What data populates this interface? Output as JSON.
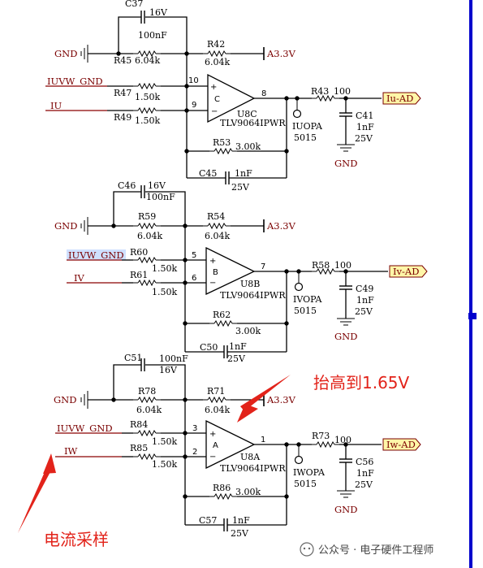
{
  "colors": {
    "net": "#7a0000",
    "annotation": "#e2231a",
    "border": "#0000cc",
    "selection": "#cfe0ff"
  },
  "nets": {
    "gnd": "GND",
    "a33": "A3.3V",
    "iuvw_gnd": "IUVW_GND",
    "iu": "IU",
    "iv": "IV",
    "iw": "IW",
    "iu_ad": "Iu-AD",
    "iv_ad": "Iv-AD",
    "iw_ad": "Iw-AD"
  },
  "stage_u": {
    "c_top_ref": "C37",
    "c_top_v": "16V",
    "c_top_val": "100nF",
    "r_gnd_ref": "R45",
    "r_gnd_val": "6.04k",
    "r_vcc_ref": "R42",
    "r_vcc_val": "6.04k",
    "r_neg_ref": "R47",
    "r_neg_val": "1.50k",
    "r_pos_ref": "R49",
    "r_pos_val": "1.50k",
    "pin_a": "10",
    "pin_b": "9",
    "pin_out": "8",
    "unit": "C",
    "ic_ref": "U8C",
    "ic_part": "TLV9064IPWR",
    "r_fb_ref": "R53",
    "r_fb_val": "3.00k",
    "c_fb_ref": "C45",
    "c_fb_val": "1nF",
    "c_fb_v": "25V",
    "tp_ref": "IUOPA",
    "tp_val": "5015",
    "r_out_ref": "R43",
    "r_out_val": "100",
    "c_out_ref": "C41",
    "c_out_val": "1nF",
    "c_out_v": "25V"
  },
  "stage_v": {
    "c_top_ref": "C46",
    "c_top_v": "16V",
    "c_top_val": "100nF",
    "r_gnd_ref": "R59",
    "r_gnd_val": "6.04k",
    "r_vcc_ref": "R54",
    "r_vcc_val": "6.04k",
    "r_neg_ref": "R60",
    "r_neg_val": "1.50k",
    "r_pos_ref": "R61",
    "r_pos_val": "1.50k",
    "pin_a": "5",
    "pin_b": "6",
    "pin_out": "7",
    "unit": "B",
    "ic_ref": "U8B",
    "ic_part": "TLV9064IPWR",
    "r_fb_ref": "R62",
    "r_fb_val": "3.00k",
    "c_fb_ref": "C50",
    "c_fb_val": "1nF",
    "c_fb_v": "25V",
    "tp_ref": "IVOPA",
    "tp_val": "5015",
    "r_out_ref": "R58",
    "r_out_val": "100",
    "c_out_ref": "C49",
    "c_out_val": "1nF",
    "c_out_v": "25V"
  },
  "stage_w": {
    "c_top_ref": "C51",
    "c_top_v": "16V",
    "c_top_val": "100nF",
    "r_gnd_ref": "R78",
    "r_gnd_val": "6.04k",
    "r_vcc_ref": "R71",
    "r_vcc_val": "6.04k",
    "r_neg_ref": "R84",
    "r_neg_val": "1.50k",
    "r_pos_ref": "R85",
    "r_pos_val": "1.50k",
    "pin_a": "3",
    "pin_b": "2",
    "pin_out": "1",
    "unit": "A",
    "ic_ref": "U8A",
    "ic_part": "TLV9064IPWR",
    "r_fb_ref": "R86",
    "r_fb_val": "3.00k",
    "c_fb_ref": "C57",
    "c_fb_val": "1nF",
    "c_fb_v": "25V",
    "tp_ref": "IWOPA",
    "tp_val": "5015",
    "r_out_ref": "R73",
    "r_out_val": "100",
    "c_out_ref": "C56",
    "c_out_val": "1nF",
    "c_out_v": "25V"
  },
  "annotations": {
    "raise": "抬高到1.65V",
    "sampling": "电流采样"
  },
  "watermark": "公众号 · 电子硬件工程师"
}
